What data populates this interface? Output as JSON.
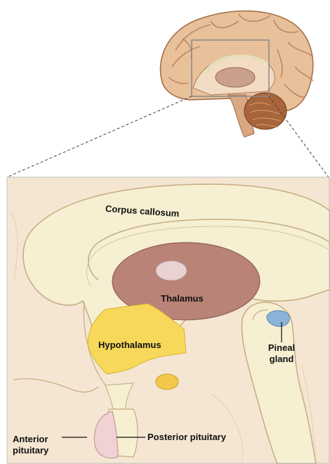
{
  "figure": {
    "labels": {
      "corpus_callosum": "Corpus callosum",
      "thalamus": "Thalamus",
      "hypothalamus": "Hypothalamus",
      "pineal_line1": "Pineal",
      "pineal_line2": "gland",
      "anterior_line1": "Anterior",
      "anterior_line2": "pituitary",
      "posterior_pituitary": "Posterior pituitary"
    },
    "colors": {
      "brain_outer": "#e8c09a",
      "gyri_lines": "#b8805a",
      "tissue_cream": "#f6efd2",
      "background_tissue": "#f4e6d2",
      "thalamus": "#b98378",
      "thalamus_center": "#e8d2d2",
      "hypothalamus": "#f7d85a",
      "pineal": "#8cb4d8",
      "mammillary": "#f2c84a",
      "pituitary": "#f0d2d4",
      "cerebellum": "#a8643a"
    }
  }
}
